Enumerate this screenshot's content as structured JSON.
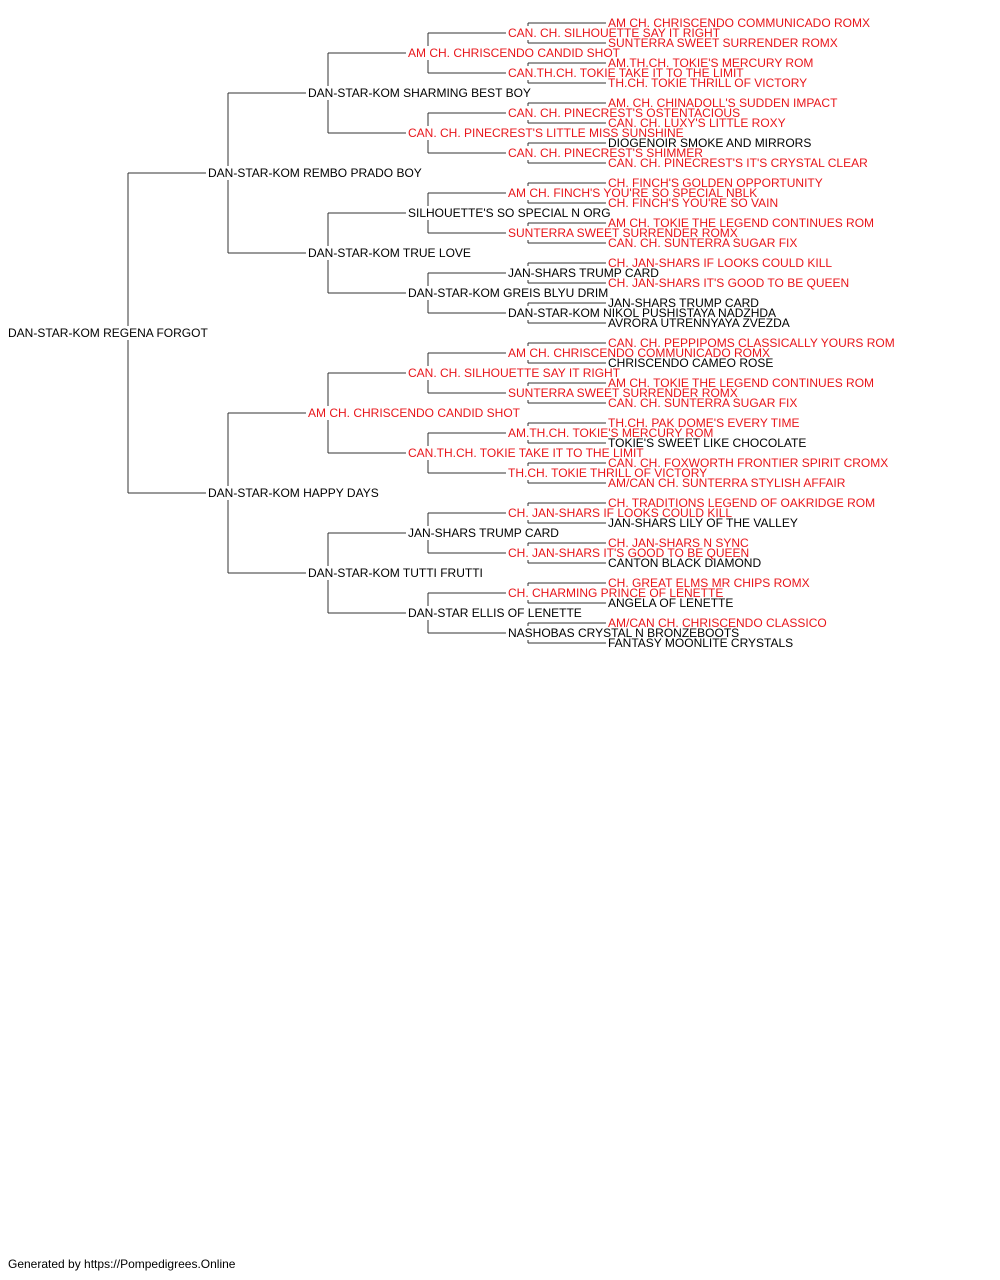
{
  "colors": {
    "titled": "#e8161b",
    "plain": "#000000",
    "line": "#333333"
  },
  "pedigree": {
    "subject": {
      "name": "DAN-STAR-KOM REGENA FORGOT",
      "titled": false
    },
    "sire": {
      "name": "DAN-STAR-KOM REMBO PRADO BOY",
      "titled": false,
      "sire": {
        "name": "DAN-STAR-KOM SHARMING BEST BOY",
        "titled": false,
        "sire": {
          "name": "AM CH. CHRISCENDO CANDID SHOT",
          "titled": true,
          "sire": {
            "name": "CAN. CH. SILHOUETTE SAY IT RIGHT",
            "titled": true,
            "sire": {
              "name": "AM CH. CHRISCENDO COMMUNICADO ROMX",
              "titled": true
            },
            "dam": {
              "name": "SUNTERRA SWEET SURRENDER ROMX",
              "titled": true
            }
          },
          "dam": {
            "name": "CAN.TH.CH. TOKIE TAKE IT TO THE LIMIT",
            "titled": true,
            "sire": {
              "name": "AM.TH.CH. TOKIE'S MERCURY ROM",
              "titled": true
            },
            "dam": {
              "name": "TH.CH. TOKIE THRILL OF VICTORY",
              "titled": true
            }
          }
        },
        "dam": {
          "name": "CAN. CH. PINECREST'S LITTLE MISS SUNSHINE",
          "titled": true,
          "sire": {
            "name": "CAN. CH. PINECREST'S OSTENTACIOUS",
            "titled": true,
            "sire": {
              "name": "AM. CH. CHINADOLL'S SUDDEN IMPACT",
              "titled": true
            },
            "dam": {
              "name": "CAN. CH. LUXY'S LITTLE ROXY",
              "titled": true
            }
          },
          "dam": {
            "name": "CAN. CH. PINECREST'S SHIMMER",
            "titled": true,
            "sire": {
              "name": "DIOGENOIR SMOKE AND MIRRORS",
              "titled": false
            },
            "dam": {
              "name": "CAN. CH. PINECREST'S IT'S CRYSTAL CLEAR",
              "titled": true
            }
          }
        }
      },
      "dam": {
        "name": "DAN-STAR-KOM TRUE LOVE",
        "titled": false,
        "sire": {
          "name": "SILHOUETTE'S SO SPECIAL N ORG",
          "titled": false,
          "sire": {
            "name": "AM CH. FINCH'S YOU'RE SO SPECIAL NBLK",
            "titled": true,
            "sire": {
              "name": "CH. FINCH'S GOLDEN OPPORTUNITY",
              "titled": true
            },
            "dam": {
              "name": "CH. FINCH'S YOU'RE SO VAIN",
              "titled": true
            }
          },
          "dam": {
            "name": "SUNTERRA SWEET SURRENDER ROMX",
            "titled": true,
            "sire": {
              "name": "AM CH. TOKIE THE LEGEND CONTINUES ROM",
              "titled": true
            },
            "dam": {
              "name": "CAN. CH. SUNTERRA SUGAR FIX",
              "titled": true
            }
          }
        },
        "dam": {
          "name": "DAN-STAR-KOM GREIS BLYU DRIM",
          "titled": false,
          "sire": {
            "name": "JAN-SHARS TRUMP CARD",
            "titled": false,
            "sire": {
              "name": "CH. JAN-SHARS IF LOOKS COULD KILL",
              "titled": true
            },
            "dam": {
              "name": "CH. JAN-SHARS IT'S GOOD TO BE QUEEN",
              "titled": true
            }
          },
          "dam": {
            "name": "DAN-STAR-KOM NIKOL PUSHISTAYA NADZHDA",
            "titled": false,
            "sire": {
              "name": "JAN-SHARS TRUMP CARD",
              "titled": false
            },
            "dam": {
              "name": "AVRORA UTRENNYAYA ZVEZDA",
              "titled": false
            }
          }
        }
      }
    },
    "dam": {
      "name": "DAN-STAR-KOM HAPPY DAYS",
      "titled": false,
      "sire": {
        "name": "AM CH. CHRISCENDO CANDID SHOT",
        "titled": true,
        "sire": {
          "name": "CAN. CH. SILHOUETTE SAY IT RIGHT",
          "titled": true,
          "sire": {
            "name": "AM CH. CHRISCENDO COMMUNICADO ROMX",
            "titled": true,
            "sire": {
              "name": "CAN. CH. PEPPIPOMS CLASSICALLY YOURS ROM",
              "titled": true
            },
            "dam": {
              "name": "CHRISCENDO CAMEO ROSE",
              "titled": false
            }
          },
          "dam": {
            "name": "SUNTERRA SWEET SURRENDER ROMX",
            "titled": true,
            "sire": {
              "name": "AM CH. TOKIE THE LEGEND CONTINUES ROM",
              "titled": true
            },
            "dam": {
              "name": "CAN. CH. SUNTERRA SUGAR FIX",
              "titled": true
            }
          }
        },
        "dam": {
          "name": "CAN.TH.CH. TOKIE TAKE IT TO THE LIMIT",
          "titled": true,
          "sire": {
            "name": "AM.TH.CH. TOKIE'S MERCURY ROM",
            "titled": true,
            "sire": {
              "name": "TH.CH. PAK DOME'S EVERY TIME",
              "titled": true
            },
            "dam": {
              "name": "TOKIE'S SWEET LIKE CHOCOLATE",
              "titled": false
            }
          },
          "dam": {
            "name": "TH.CH. TOKIE THRILL OF VICTORY",
            "titled": true,
            "sire": {
              "name": "CAN. CH. FOXWORTH FRONTIER SPIRIT CROMX",
              "titled": true
            },
            "dam": {
              "name": "AM/CAN CH. SUNTERRA STYLISH AFFAIR",
              "titled": true
            }
          }
        }
      },
      "dam": {
        "name": "DAN-STAR-KOM TUTTI FRUTTI",
        "titled": false,
        "sire": {
          "name": "JAN-SHARS TRUMP CARD",
          "titled": false,
          "sire": {
            "name": "CH. JAN-SHARS IF LOOKS COULD KILL",
            "titled": true,
            "sire": {
              "name": "CH. TRADITIONS LEGEND OF OAKRIDGE ROM",
              "titled": true
            },
            "dam": {
              "name": "JAN-SHARS LILY OF THE VALLEY",
              "titled": false
            }
          },
          "dam": {
            "name": "CH. JAN-SHARS IT'S GOOD TO BE QUEEN",
            "titled": true,
            "sire": {
              "name": "CH. JAN-SHARS N SYNC",
              "titled": true
            },
            "dam": {
              "name": "CANTON BLACK DIAMOND",
              "titled": false
            }
          }
        },
        "dam": {
          "name": "DAN-STAR ELLIS OF LENETTE",
          "titled": false,
          "sire": {
            "name": "CH. CHARMING PRINCE OF LENETTE",
            "titled": true,
            "sire": {
              "name": "CH. GREAT ELMS MR CHIPS ROMX",
              "titled": true
            },
            "dam": {
              "name": "ANGELA OF LENETTE",
              "titled": false
            }
          },
          "dam": {
            "name": "NASHOBAS CRYSTAL N BRONZEBOOTS",
            "titled": false,
            "sire": {
              "name": "AM/CAN CH. CHRISCENDO CLASSICO",
              "titled": true
            },
            "dam": {
              "name": "FANTASY MOONLITE CRYSTALS",
              "titled": false
            }
          }
        }
      }
    }
  },
  "footer": {
    "text": "Generated by https://Pompedigrees.Online"
  }
}
